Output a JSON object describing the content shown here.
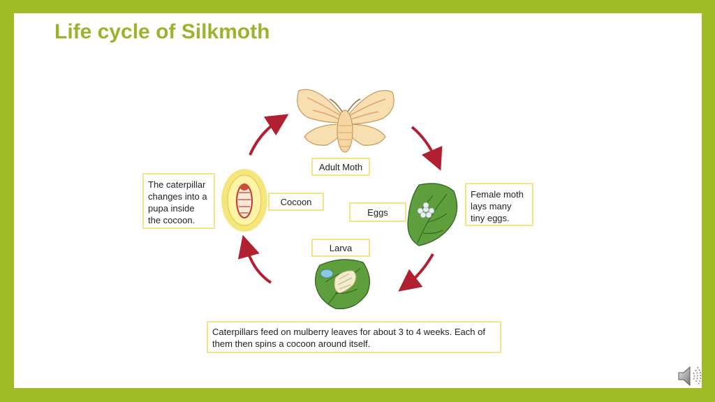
{
  "slide": {
    "title": "Life cycle of Silkmoth"
  },
  "diagram": {
    "stages": {
      "adult_moth": "Adult Moth",
      "eggs": "Eggs",
      "larva": "Larva",
      "cocoon": "Cocoon"
    },
    "descriptions": {
      "eggs": "Female moth lays many tiny eggs.",
      "cocoon": "The caterpillar changes into a pupa inside the cocoon.",
      "larva": "Caterpillars feed on mulberry leaves for about 3 to 4 weeks. Each of them then spins a cocoon around itself."
    }
  },
  "icons": {
    "speaker": "speaker-icon"
  },
  "colors": {
    "frame": "#a0bb25",
    "title": "#9ab52c",
    "arrow": "#b02030",
    "label_border": "#f3e58a"
  }
}
